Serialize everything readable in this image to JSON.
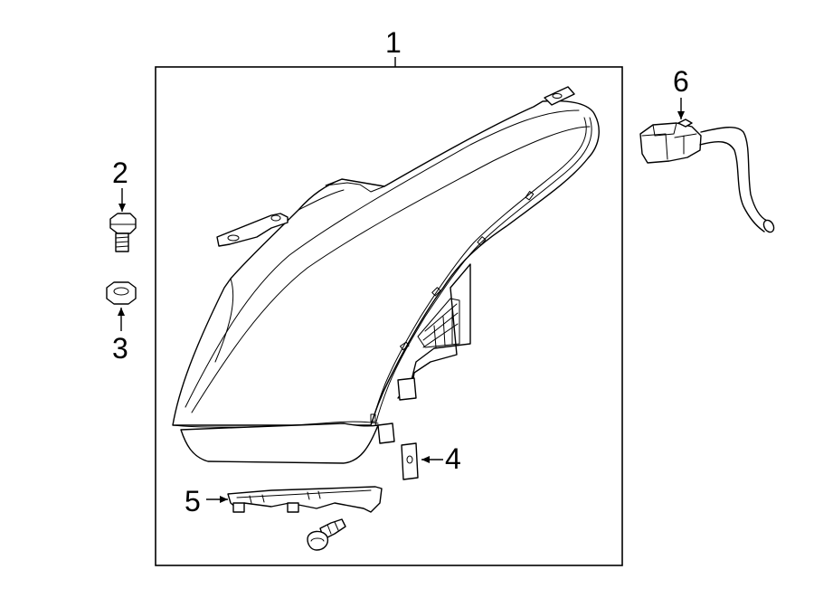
{
  "diagram": {
    "callouts": [
      {
        "id": "1",
        "label": "1"
      },
      {
        "id": "2",
        "label": "2"
      },
      {
        "id": "3",
        "label": "3"
      },
      {
        "id": "4",
        "label": "4"
      },
      {
        "id": "5",
        "label": "5"
      },
      {
        "id": "6",
        "label": "6"
      }
    ],
    "colors": {
      "line": "#000000",
      "background": "#ffffff"
    }
  }
}
